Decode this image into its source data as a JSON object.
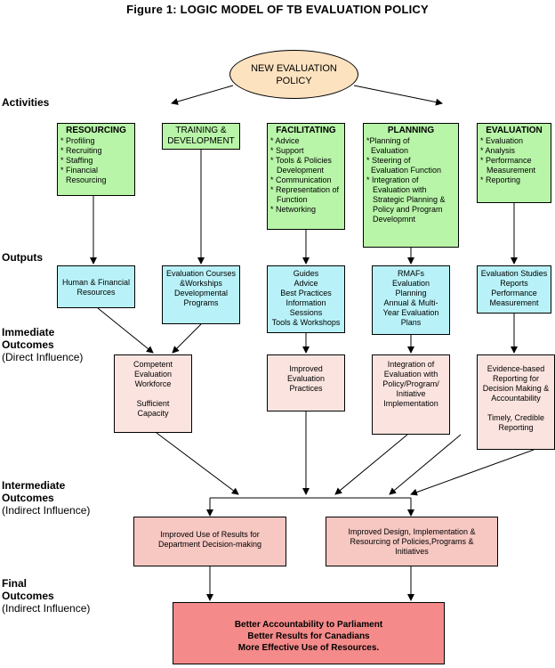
{
  "title": "Figure 1: LOGIC MODEL OF  TB EVALUATION POLICY",
  "policy": [
    "NEW EVALUATION",
    "POLICY"
  ],
  "sections": {
    "activities": "Activities",
    "outputs": "Outputs",
    "immediate": [
      "Immediate",
      "Outcomes"
    ],
    "immediate_sub": "(Direct Influence)",
    "intermediate": [
      "Intermediate",
      "Outcomes"
    ],
    "intermediate_sub": "(Indirect Influence)",
    "final": [
      "Final",
      "Outcomes"
    ],
    "final_sub": "(Indirect Influence)"
  },
  "activities": [
    {
      "title": [
        "RESOURCING"
      ],
      "items": [
        "* Profiling",
        "* Recruiting",
        "* Staffing",
        "* Financial",
        "   Resourcing"
      ]
    },
    {
      "title": [
        "TRAINING &",
        "DEVELOPMENT"
      ],
      "items": []
    },
    {
      "title": [
        "FACILITATING"
      ],
      "items": [
        "* Advice",
        "* Support",
        "* Tools & Policies",
        "   Development",
        "* Communication",
        "* Representation of",
        "   Function",
        "* Networking"
      ]
    },
    {
      "title": [
        "PLANNING"
      ],
      "items": [
        "*Planning of",
        "  Evaluation",
        "* Steering of",
        "  Evaluation  Function",
        "*  Integration of",
        "   Evaluation with",
        "   Strategic Planning &",
        "   Policy and Program",
        "   Developmnt"
      ]
    },
    {
      "title": [
        "EVALUATION"
      ],
      "items": [
        "* Evaluation",
        "* Analysis",
        "* Performance",
        "   Measurement",
        "* Reporting"
      ]
    }
  ],
  "outputs": [
    [
      "Human & Financial",
      "Resources"
    ],
    [
      "Evaluation Courses",
      "&Workships",
      "Developmental",
      "Programs"
    ],
    [
      "Guides",
      "Advice",
      "Best Practices",
      "Information",
      "Sessions",
      "Tools & Workshops"
    ],
    [
      "RMAFs",
      "Evaluation",
      "Planning",
      "Annual & Multi-",
      "Year Evaluation",
      "Plans"
    ],
    [
      "Evaluation Studies",
      "Reports",
      "Performance",
      "Measurement"
    ]
  ],
  "immediate": [
    [
      "Competent",
      "Evaluation",
      "Workforce",
      "",
      "Sufficient",
      "Capacity"
    ],
    [
      "Improved",
      "Evaluation",
      "Practices"
    ],
    [
      "Integration of",
      "Evaluation with",
      "Policy/Program/",
      "Initiative",
      "Implementation"
    ],
    [
      "Evidence-based",
      "Reporting for",
      "Decision Making &",
      "Accountability",
      "",
      "Timely, Credible",
      "Reporting"
    ]
  ],
  "intermediate": [
    [
      "Improved Use of Results for",
      "Department Decision-making"
    ],
    [
      "Improved Design, Implementation &",
      "Resourcing of Policies,Programs &",
      "Initiatives"
    ]
  ],
  "final": [
    "Better Accountability to Parliament",
    "Better Results for Canadians",
    "More Effective Use of Resources."
  ],
  "colors": {
    "activity_box": "#b8f5a8",
    "output_box": "#b8f2f8",
    "immediate_box": "#fbe4e0",
    "intermediate_box": "#f7c7c2",
    "final_box": "#f58a8a",
    "policy_oval": "#fde2c0"
  }
}
